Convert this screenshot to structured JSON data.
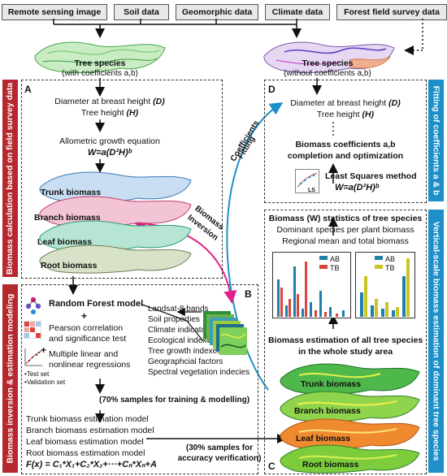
{
  "sources": [
    "Remote sensing image",
    "Soil data",
    "Geomorphic data",
    "Climate data",
    "Forest field survey data"
  ],
  "left_top": {
    "title": "Tree species",
    "subtitle": "(with coefficients a,b)"
  },
  "right_top": {
    "title": "Tree species",
    "subtitle": "(without coefficients a,b)"
  },
  "panel_a": {
    "label": "A",
    "side": "Biomass calculation based on field survey data",
    "dbh": "Diameter at breast height",
    "dbh_sym": "(D)",
    "height": "Tree height",
    "height_sym": "(H)",
    "eq_title": "Allometric growth equation",
    "eq": "W=a(D²H)ᵇ",
    "layers": [
      "Trunk biomass",
      "Branch biomass",
      "Leaf biomass",
      "Root biomass"
    ]
  },
  "panel_b": {
    "label": "B",
    "side": "Biomass inversion & estimation modeling",
    "rf": "Random Forest model",
    "plus": "+",
    "pearson": [
      "Pearson correlation",
      "and significance test"
    ],
    "mlr": [
      "Multiple linear and",
      "nonlinear regressions"
    ],
    "sets": [
      "Test set",
      "Validation set"
    ],
    "vars": [
      "Landsat-8 bands",
      "Soil properties",
      "Climate indicators",
      "Ecological indexes",
      "Tree growth indexes",
      "Geographcial factors",
      "Spectral vegetation indecies"
    ],
    "train": "(70% samples for training & modelling)",
    "models": [
      "Trunk biomass estimation model",
      "Branch biomass estimation model",
      "Leaf biomass estimation model",
      "Root biomass estimation model"
    ],
    "formula": "F(x) = C₁*X₁+C₂*X₂+···+Cₙ*Xₙ+A",
    "verify": [
      "(30% samples for",
      "accuracy verification)"
    ]
  },
  "panel_c": {
    "label": "C",
    "side": "Vertical-scale biomass estimation of dominant tree species",
    "title_b": "Biomass",
    "title_rest": "(W) statistics of tree species",
    "line2": "Dominant species per plant biomass",
    "line3": "Regional mean and total biomass",
    "legend": [
      "AB",
      "TB"
    ],
    "estimation": [
      "Biomass estimation of all tree species",
      "in the whole study area"
    ],
    "layers": [
      "Trunk biomass",
      "Branch biomass",
      "Leaf biomass",
      "Root biomass"
    ]
  },
  "panel_d": {
    "label": "D",
    "side": "Fitting of coefficients a & b",
    "dbh": "Diameter at breast height",
    "dbh_sym": "(D)",
    "height": "Tree height",
    "height_sym": "(H)",
    "coef": [
      "Biomass coefficients a,b",
      "completion and optimization"
    ],
    "ls_title": "Least Squares method",
    "ls_icon": "LS",
    "eq": "W=a(D²H)ᵇ"
  },
  "arrows": {
    "fitting": [
      "Coefficients",
      "Fitting"
    ],
    "inversion": [
      "Biomass",
      "Inversion"
    ]
  },
  "colors": {
    "side_a": "#b5282e",
    "side_b": "#b5282e",
    "side_c": "#1e8fc8",
    "side_d": "#1e8fc8",
    "fitting_arrow": "#1e8fc8",
    "inversion_arrow": "#e0208a",
    "bar_ab": "#1f7fa8",
    "bar_tb": "#d9463e",
    "bar_yellow": "#c8c423"
  }
}
